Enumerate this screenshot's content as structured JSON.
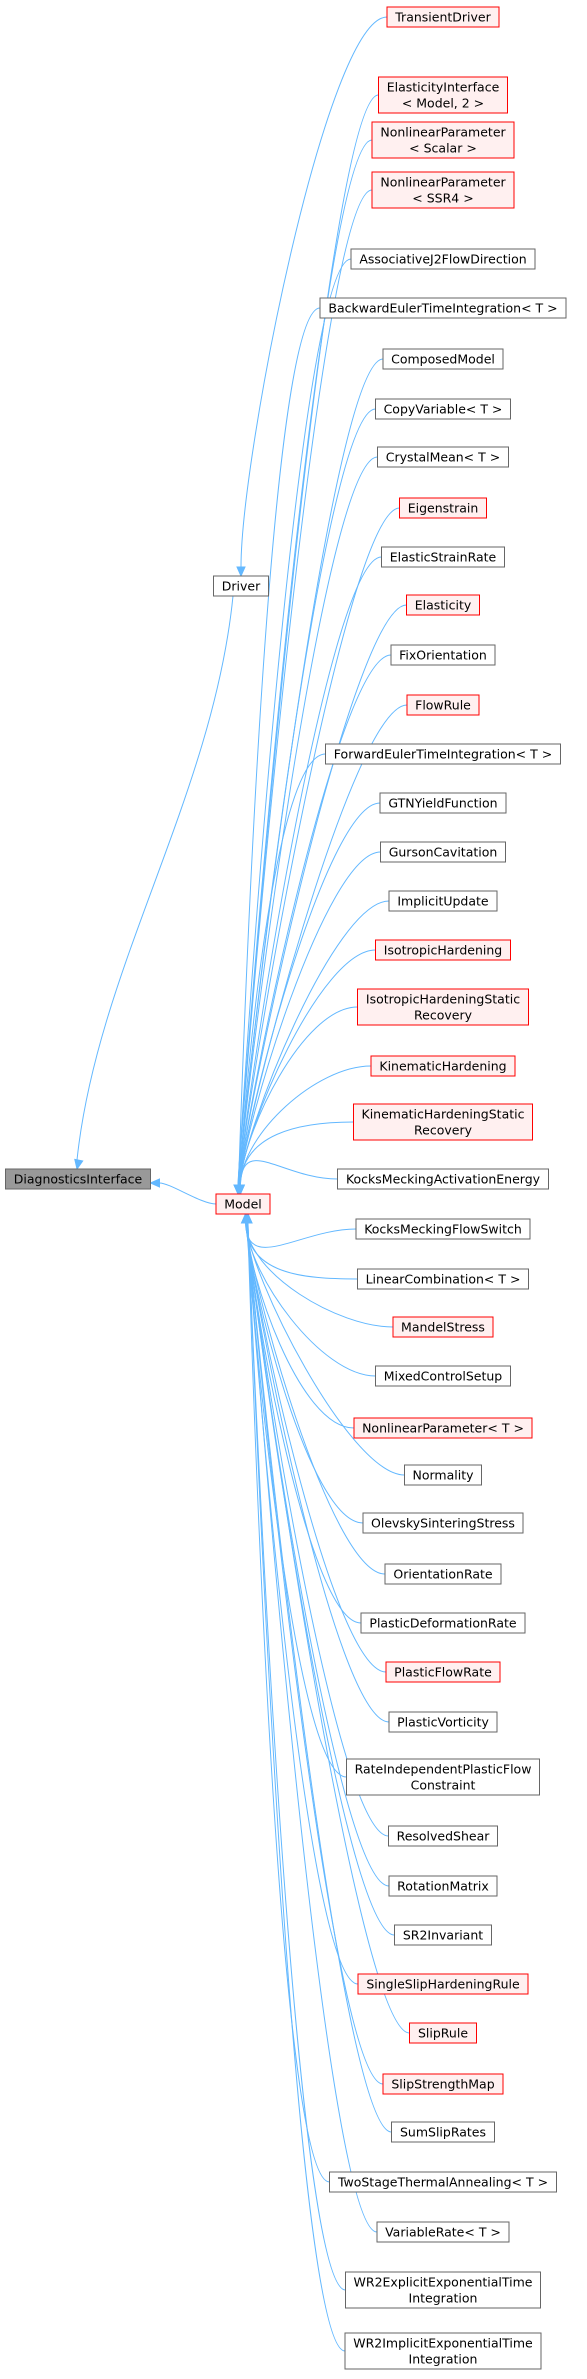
{
  "diagram": {
    "root": "DiagnosticsInterface",
    "intermediate": [
      "Driver",
      "Model"
    ],
    "driver_children": [
      "TransientDriver"
    ],
    "model_children": [
      {
        "lines": [
          "ElasticityInterface",
          "< Model, 2 >"
        ],
        "incomplete": true
      },
      {
        "lines": [
          "NonlinearParameter",
          "< Scalar >"
        ],
        "incomplete": true
      },
      {
        "lines": [
          "NonlinearParameter",
          "< SSR4 >"
        ],
        "incomplete": true
      },
      {
        "lines": [
          "AssociativeJ2FlowDirection"
        ],
        "incomplete": false
      },
      {
        "lines": [
          "BackwardEulerTimeIntegration< T >"
        ],
        "incomplete": false
      },
      {
        "lines": [
          "ComposedModel"
        ],
        "incomplete": false
      },
      {
        "lines": [
          "CopyVariable< T >"
        ],
        "incomplete": false
      },
      {
        "lines": [
          "CrystalMean< T >"
        ],
        "incomplete": false
      },
      {
        "lines": [
          "Eigenstrain"
        ],
        "incomplete": true
      },
      {
        "lines": [
          "ElasticStrainRate"
        ],
        "incomplete": false
      },
      {
        "lines": [
          "Elasticity"
        ],
        "incomplete": true
      },
      {
        "lines": [
          "FixOrientation"
        ],
        "incomplete": false
      },
      {
        "lines": [
          "FlowRule"
        ],
        "incomplete": true
      },
      {
        "lines": [
          "ForwardEulerTimeIntegration< T >"
        ],
        "incomplete": false
      },
      {
        "lines": [
          "GTNYieldFunction"
        ],
        "incomplete": false
      },
      {
        "lines": [
          "GursonCavitation"
        ],
        "incomplete": false
      },
      {
        "lines": [
          "ImplicitUpdate"
        ],
        "incomplete": false
      },
      {
        "lines": [
          "IsotropicHardening"
        ],
        "incomplete": true
      },
      {
        "lines": [
          "IsotropicHardeningStatic",
          "Recovery"
        ],
        "incomplete": true
      },
      {
        "lines": [
          "KinematicHardening"
        ],
        "incomplete": true
      },
      {
        "lines": [
          "KinematicHardeningStatic",
          "Recovery"
        ],
        "incomplete": true
      },
      {
        "lines": [
          "KocksMeckingActivationEnergy"
        ],
        "incomplete": false
      },
      {
        "lines": [
          "KocksMeckingFlowSwitch"
        ],
        "incomplete": false
      },
      {
        "lines": [
          "LinearCombination< T >"
        ],
        "incomplete": false
      },
      {
        "lines": [
          "MandelStress"
        ],
        "incomplete": true
      },
      {
        "lines": [
          "MixedControlSetup"
        ],
        "incomplete": false
      },
      {
        "lines": [
          "NonlinearParameter< T >"
        ],
        "incomplete": true
      },
      {
        "lines": [
          "Normality"
        ],
        "incomplete": false
      },
      {
        "lines": [
          "OlevskySinteringStress"
        ],
        "incomplete": false
      },
      {
        "lines": [
          "OrientationRate"
        ],
        "incomplete": false
      },
      {
        "lines": [
          "PlasticDeformationRate"
        ],
        "incomplete": false
      },
      {
        "lines": [
          "PlasticFlowRate"
        ],
        "incomplete": true
      },
      {
        "lines": [
          "PlasticVorticity"
        ],
        "incomplete": false
      },
      {
        "lines": [
          "RateIndependentPlasticFlow",
          "Constraint"
        ],
        "incomplete": false
      },
      {
        "lines": [
          "ResolvedShear"
        ],
        "incomplete": false
      },
      {
        "lines": [
          "RotationMatrix"
        ],
        "incomplete": false
      },
      {
        "lines": [
          "SR2Invariant"
        ],
        "incomplete": false
      },
      {
        "lines": [
          "SingleSlipHardeningRule"
        ],
        "incomplete": true
      },
      {
        "lines": [
          "SlipRule"
        ],
        "incomplete": true
      },
      {
        "lines": [
          "SlipStrengthMap"
        ],
        "incomplete": true
      },
      {
        "lines": [
          "SumSlipRates"
        ],
        "incomplete": false
      },
      {
        "lines": [
          "TwoStageThermalAnnealing< T >"
        ],
        "incomplete": false
      },
      {
        "lines": [
          "VariableRate< T >"
        ],
        "incomplete": false
      },
      {
        "lines": [
          "WR2ExplicitExponentialTime",
          "Integration"
        ],
        "incomplete": false
      },
      {
        "lines": [
          "WR2ImplicitExponentialTime",
          "Integration"
        ],
        "incomplete": false
      }
    ],
    "colors": {
      "edge": "#63b8ff",
      "root_fill": "#999999",
      "node_border": "#666666",
      "incomplete_border": "#ff0000",
      "incomplete_fill": "#fff0f0"
    }
  }
}
